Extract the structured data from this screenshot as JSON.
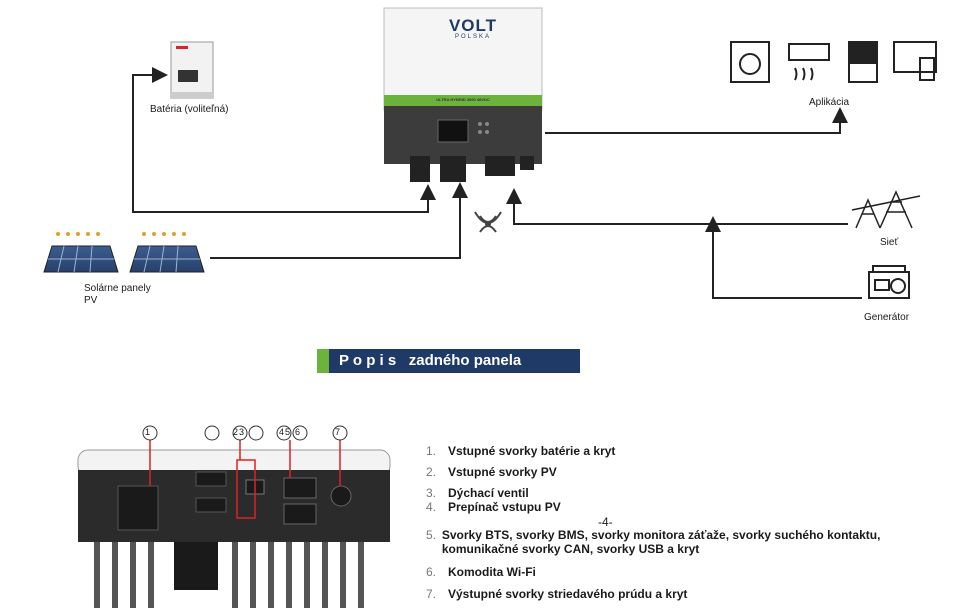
{
  "diagram": {
    "brand": "VOLT",
    "brand_sub": "POLSKA",
    "model": "ULTRA HYBRID 3600 48VDC",
    "battery_label": "Batéria (voliteľná)",
    "solar_label_1": "Solárne panely",
    "solar_label_2": "PV",
    "applications_label": "Aplikácia",
    "grid_label": "Sieť",
    "generator_label": "Generátor"
  },
  "banner": {
    "title": "P o p i s   zadného panela",
    "accent_color": "#6cb33e",
    "bar_color": "#1f3a66"
  },
  "panel_callouts": [
    "1",
    "2",
    "3",
    "4",
    "5",
    "6",
    "7"
  ],
  "legend": [
    {
      "num": "1.",
      "text": "Vstupné svorky batérie a kryt"
    },
    {
      "num": "2.",
      "text": "Vstupné svorky PV"
    },
    {
      "num": "3.",
      "text": "Dýchací ventil"
    },
    {
      "num": "4.",
      "text": "Prepínač vstupu PV"
    },
    {
      "num": "5.",
      "text": "Svorky BTS, svorky BMS, svorky monitora záťaže, svorky suchého kontaktu, komunikačné svorky CAN, svorky USB a kryt"
    },
    {
      "num": "6.",
      "text": "Komodita Wi-Fi"
    },
    {
      "num": "7.",
      "text": "Výstupné svorky striedavého prúdu a kryt"
    }
  ],
  "page_number": "-4-"
}
